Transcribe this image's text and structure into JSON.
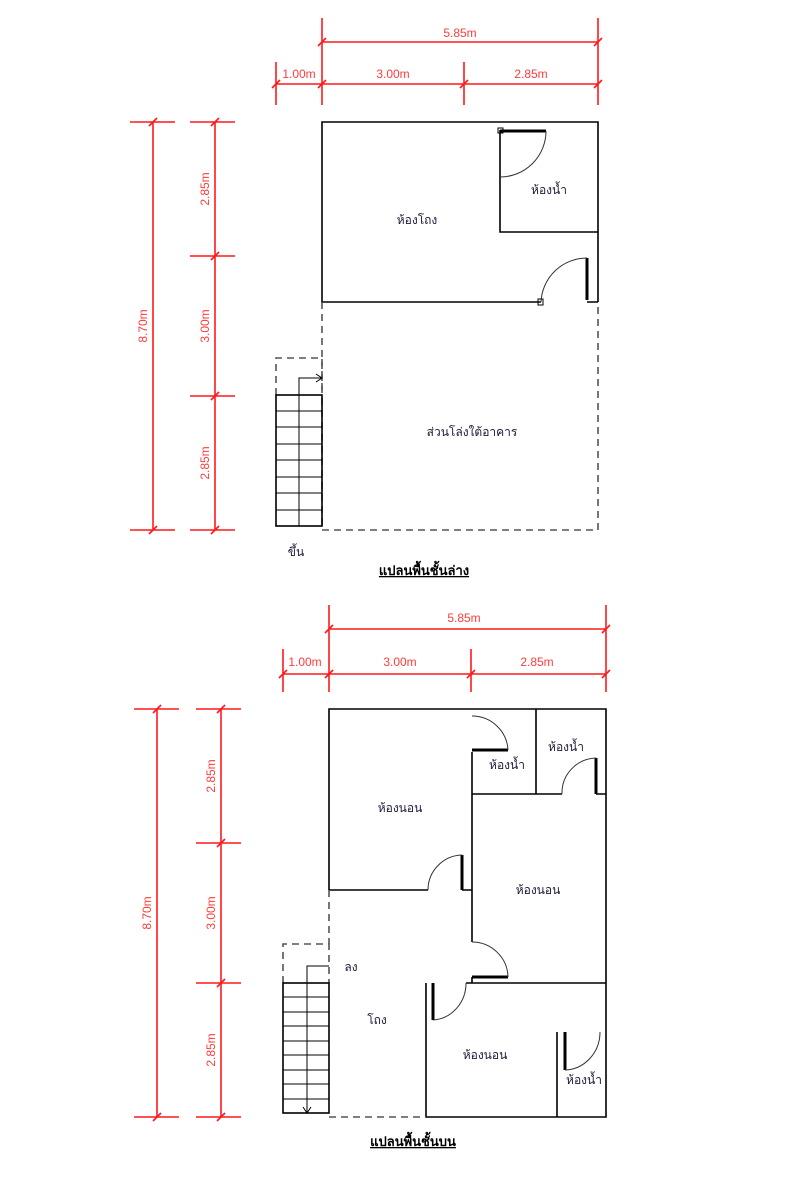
{
  "ground_floor": {
    "title": "แปลนพื้นชั้นล่าง",
    "dims": {
      "total_width": "5.85m",
      "width_a": "3.00m",
      "width_b": "2.85m",
      "offset": "1.00m",
      "total_depth": "8.70m",
      "depth_a": "2.85m",
      "depth_b": "3.00m",
      "depth_c": "2.85m"
    },
    "rooms": {
      "hall": "ห้องโถง",
      "bathroom": "ห้องน้ำ",
      "open_area": "ส่วนโล่งใต้อาคาร"
    },
    "stair_label": "ขึ้น"
  },
  "upper_floor": {
    "title": "แปลนพื้นชั้นบน",
    "dims": {
      "total_width": "5.85m",
      "width_a": "3.00m",
      "width_b": "2.85m",
      "offset": "1.00m",
      "total_depth": "8.70m",
      "depth_a": "2.85m",
      "depth_b": "3.00m",
      "depth_c": "2.85m"
    },
    "rooms": {
      "bedroom_1": "ห้องนอน",
      "bedroom_2": "ห้องนอน",
      "bedroom_3": "ห้องนอน",
      "bathroom_1": "ห้องน้ำ",
      "bathroom_2": "ห้องน้ำ",
      "bathroom_3": "ห้องน้ำ",
      "hall": "โถง"
    },
    "stair_label": "ลง"
  }
}
